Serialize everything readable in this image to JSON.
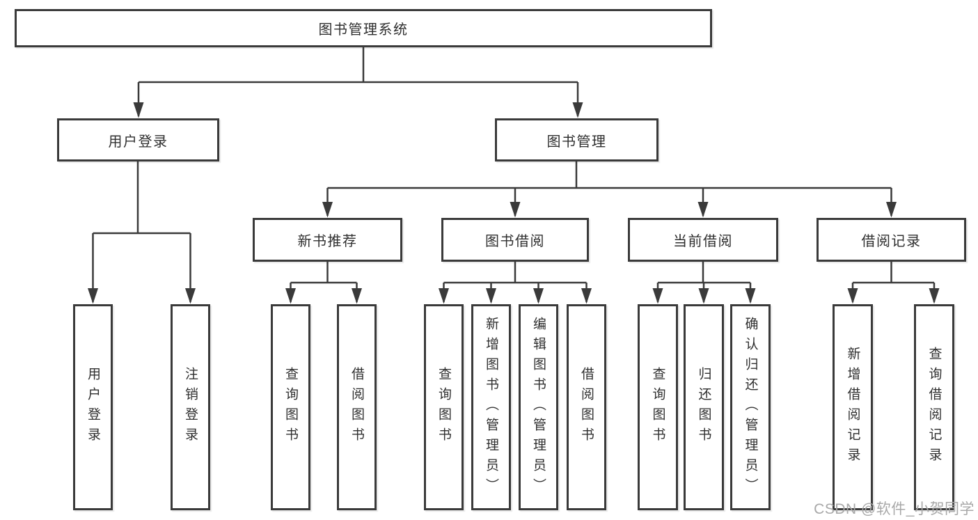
{
  "nodes": {
    "root": "图书管理系统",
    "user_login": "用户登录",
    "book_mgmt": "图书管理",
    "new_book_rec": "新书推荐",
    "book_borrow": "图书借阅",
    "current_borrow": "当前借阅",
    "borrow_records": "借阅记录",
    "leaf_user_login": "用户登录",
    "leaf_logout": "注销登录",
    "leaf_query_book_rec": "查询图书",
    "leaf_borrow_book_rec": "借阅图书",
    "leaf_query_book_bb": "查询图书",
    "leaf_add_book": "新增图书（管理员）",
    "leaf_edit_book": "编辑图书（管理员）",
    "leaf_borrow_book_bb": "借阅图书",
    "leaf_query_book_cb": "查询图书",
    "leaf_return_book": "归还图书",
    "leaf_confirm_return": "确认归还（管理员）",
    "leaf_add_record": "新增借阅记录",
    "leaf_query_record": "查询借阅记录"
  },
  "watermark": "CSDN @软件_小贺同学",
  "colors": {
    "line": "#3a3a3a",
    "text": "#2f2f2f",
    "watermark": "#a8a8a8",
    "background": "#ffffff"
  }
}
